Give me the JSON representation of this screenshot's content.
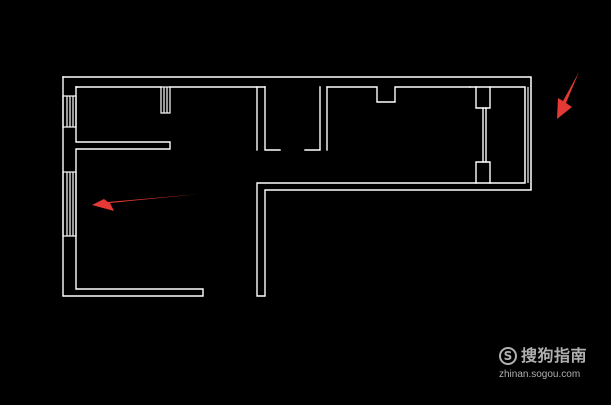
{
  "image": {
    "subject": "CAD floor plan",
    "background_color": "#000000",
    "line_color": "#ffffff",
    "annotation_color": "#e53935"
  },
  "annotations": {
    "arrows": [
      {
        "name": "left-window-arrow",
        "icon": "red-arrow-icon"
      },
      {
        "name": "right-window-arrow",
        "icon": "red-arrow-icon"
      }
    ]
  },
  "watermark": {
    "logo_glyph": "S",
    "title": "搜狗指南",
    "url": "zhinan.sogou.com"
  }
}
